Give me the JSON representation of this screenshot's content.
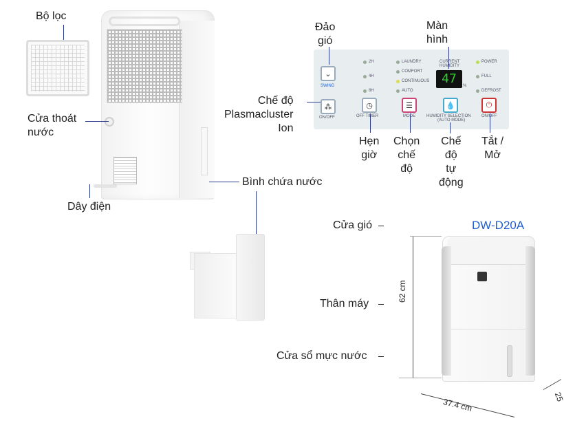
{
  "labels": {
    "filter": "Bộ lọc",
    "drain": "Cửa thoát\nnước",
    "power_cord": "Dây điện",
    "water_tank": "Bình chứa nước",
    "swing": "Đảo\ngió",
    "screen": "Màn\nhình",
    "plasmacluster": "Chế độ\nPlasmacluster\nIon",
    "timer": "Hẹn\ngiờ",
    "mode": "Chọn\nchế\nđộ",
    "auto": "Chế\nđộ\ntự\nđộng",
    "onoff": "Tắt /\nMở",
    "air_outlet": "Cửa gió",
    "body": "Thân máy",
    "level_window": "Cửa sổ mực nước"
  },
  "panel": {
    "swing_btn": "SWING",
    "ion_btn": "ON/OFF",
    "timer_btn": "OFF TIMER",
    "mode_btn": "MODE",
    "humidity_btn": "HUMIDITY SELECTION",
    "humidity_sub": "(AUTO MODE)",
    "power_btn": "ON/OFF",
    "t2h": "2H",
    "t4h": "4H",
    "t8h": "8H",
    "m_laundry": "LAUNDRY",
    "m_comfort": "COMFORT",
    "m_continuous": "CONTINUOUS",
    "m_auto": "AUTO",
    "current": "CURRENT",
    "humidity": "HUMIDITY",
    "display": "47",
    "percent": "%",
    "s_power": "POWER",
    "s_full": "FULL",
    "s_defrost": "DEFROST"
  },
  "product": {
    "model": "DW-D20A",
    "height": "62 cm",
    "width": "37.4 cm",
    "depth": "25"
  },
  "colors": {
    "accent": "#1f5fd0",
    "leader": "#2a3a8a"
  }
}
